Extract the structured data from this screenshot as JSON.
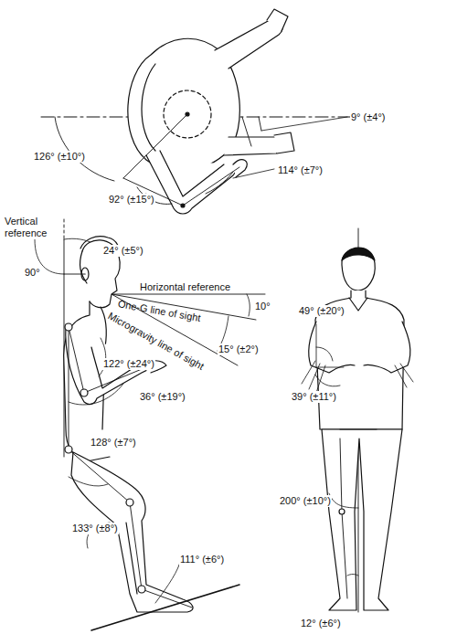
{
  "diagram": {
    "labels": [
      "9° (±4°)",
      "126° (±10°)",
      "114° (±7°)",
      "92° (±15°)",
      "Vertical reference",
      "24° (±5°)",
      "90°",
      "Horizontal reference",
      "One-G line of sight",
      "10°",
      "Microgravity line of sight",
      "15° (±2°)",
      "122° (±24°)",
      "36° (±19°)",
      "128° (±7°)",
      "133° (±8°)",
      "111° (±6°)",
      "49° (±20°)",
      "39° (±11°)",
      "200° (±10°)",
      "12° (±6°)"
    ]
  }
}
